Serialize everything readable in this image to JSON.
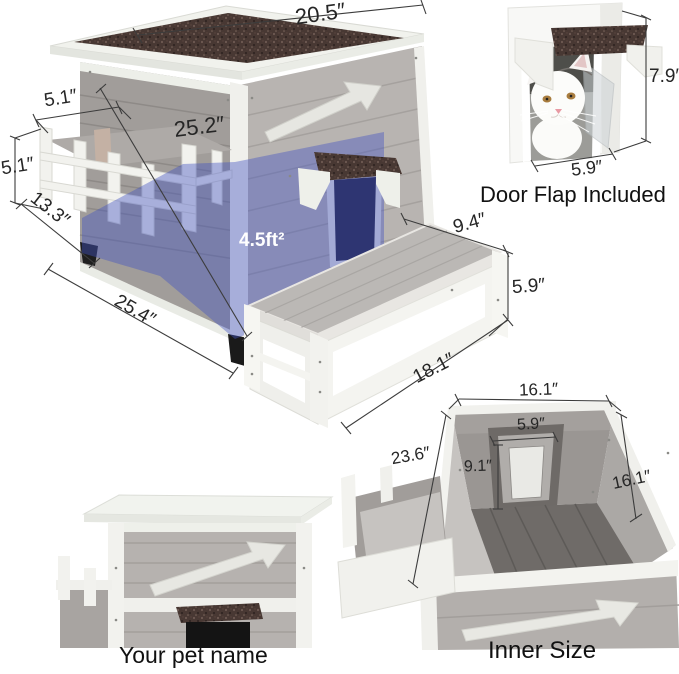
{
  "page": {
    "description": "Outdoor cat house product dimension sheet",
    "background": "#ffffff"
  },
  "palette": {
    "dimension_line": "#3c3c3c",
    "label_text": "#262626",
    "wall_gray": "#a19d9a",
    "wall_gray_light": "#b8b4b1",
    "trim_white": "#f2f2ee",
    "roof_asphalt": "#483833",
    "overlay_blue": "#4353c2",
    "floor_dark": "#6f6b68",
    "foot_black": "#1c1c1c"
  },
  "main_view": {
    "subject": "outdoor cat house isometric photo with blue floor-area overlay",
    "labels": {
      "roof_width": "20.5″",
      "balcony_depth": "5.1″",
      "height": "25.2″",
      "balcony_height": "5.1″",
      "base_depth": "13.3″",
      "base_width": "25.4″",
      "floor_area": "4.5ft²"
    }
  },
  "door_flap_view": {
    "subject": "white cat coming through door flap",
    "caption": "Door Flap Included",
    "labels": {
      "door_height": "7.9″",
      "door_width": "5.9″"
    }
  },
  "platform_view": {
    "subject": "step platform",
    "labels": {
      "depth": "9.4″",
      "height": "5.9″",
      "width": "18.1″"
    }
  },
  "front_view": {
    "subject": "front of cat house with name plate",
    "caption": "Your pet name"
  },
  "inner_view": {
    "subject": "interior of cat house seen from above",
    "caption": "Inner Size",
    "labels": {
      "inner_width": "16.1″",
      "door_width": "5.9″",
      "door_height": "9.1″",
      "inner_depth": "16.1″",
      "balcony_length": "23.6″"
    }
  }
}
